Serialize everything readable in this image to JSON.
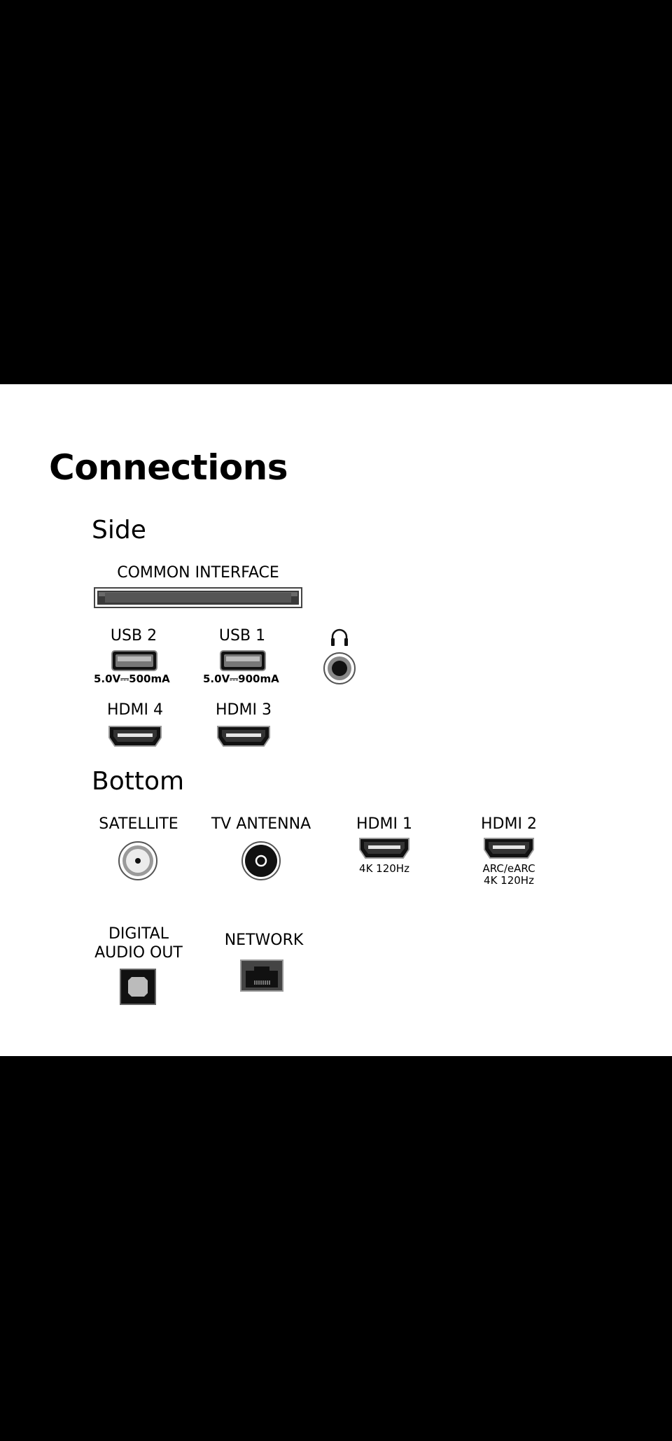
{
  "page": {
    "title": "Connections",
    "background_color": "#000000",
    "panel_color": "#ffffff"
  },
  "side": {
    "heading": "Side",
    "common_interface": {
      "label": "COMMON INTERFACE"
    },
    "usb2": {
      "label": "USB 2",
      "spec": "5.0V⎓500mA"
    },
    "usb1": {
      "label": "USB 1",
      "spec": "5.0V⎓900mA"
    },
    "headphone": {
      "icon": "headphones-icon"
    },
    "hdmi4": {
      "label": "HDMI 4"
    },
    "hdmi3": {
      "label": "HDMI 3"
    }
  },
  "bottom": {
    "heading": "Bottom",
    "satellite": {
      "label": "SATELLITE"
    },
    "tv_antenna": {
      "label": "TV ANTENNA"
    },
    "hdmi1": {
      "label": "HDMI 1",
      "note": "4K 120Hz"
    },
    "hdmi2": {
      "label": "HDMI 2",
      "note_line1": "ARC/eARC",
      "note_line2": "4K 120Hz"
    },
    "digital_audio_out": {
      "label_line1": "DIGITAL",
      "label_line2": "AUDIO OUT"
    },
    "network": {
      "label": "NETWORK"
    }
  }
}
